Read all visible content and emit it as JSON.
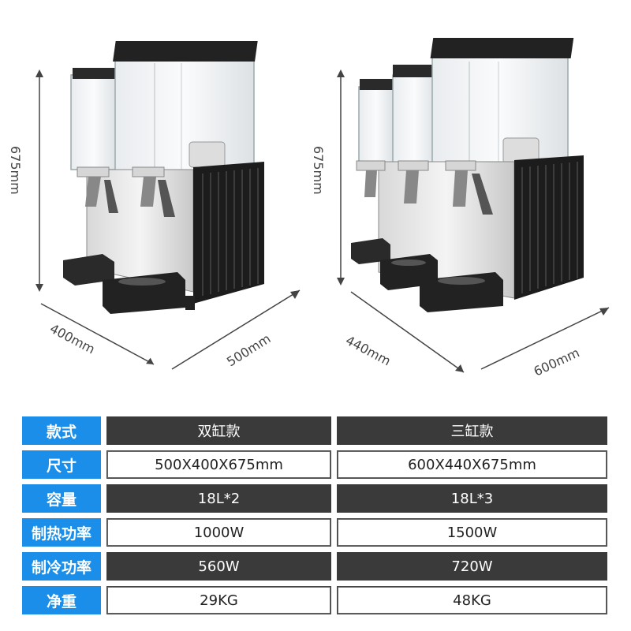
{
  "illustration": {
    "left_unit": {
      "height_label": "675mm",
      "depth_label": "400mm",
      "width_label": "500mm"
    },
    "right_unit": {
      "height_label": "675mm",
      "depth_label": "440mm",
      "width_label": "600mm"
    }
  },
  "specs": {
    "rows": [
      {
        "label": "款式",
        "col1": "双缸款",
        "col2": "三缸款"
      },
      {
        "label": "尺寸",
        "col1": "500X400X675mm",
        "col2": "600X440X675mm"
      },
      {
        "label": "容量",
        "col1": "18L*2",
        "col2": "18L*3"
      },
      {
        "label": "制热功率",
        "col1": "1000W",
        "col2": "1500W"
      },
      {
        "label": "制冷功率",
        "col1": "560W",
        "col2": "720W"
      },
      {
        "label": "净重",
        "col1": "29KG",
        "col2": "48KG"
      }
    ]
  },
  "colors": {
    "header_blue": "#1a8ee8",
    "cell_dark": "#3a3a3a",
    "machine_black": "#1c1c1c"
  }
}
